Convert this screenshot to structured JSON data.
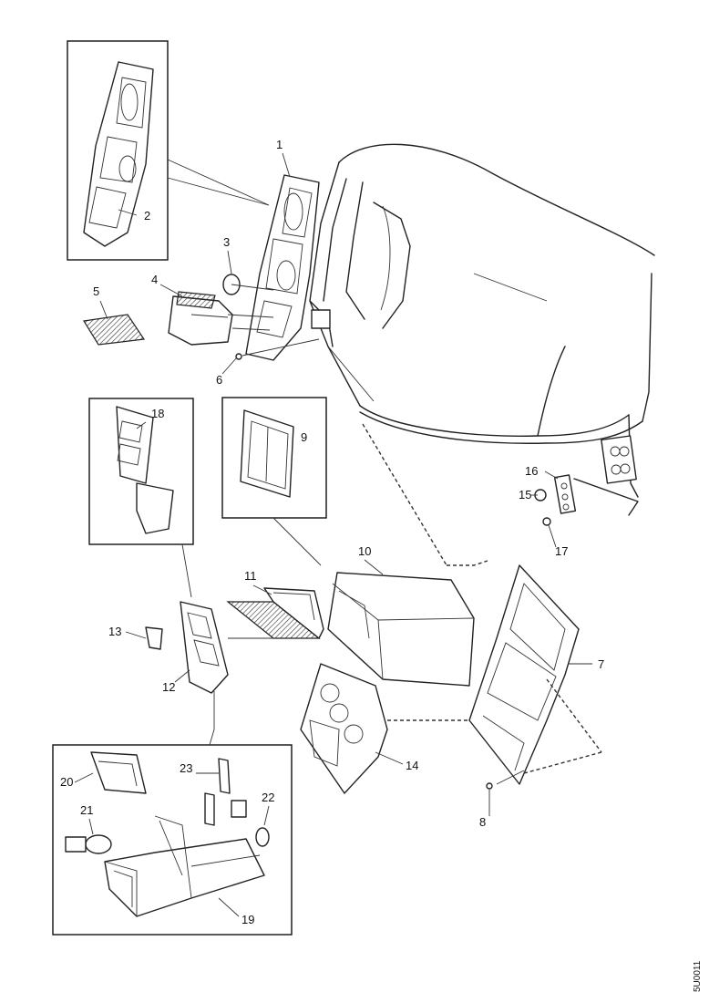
{
  "callouts": {
    "c1": "1",
    "c2": "2",
    "c3": "3",
    "c4": "4",
    "c5": "5",
    "c6": "6",
    "c7": "7",
    "c8": "8",
    "c9": "9",
    "c10": "10",
    "c11": "11",
    "c12": "12",
    "c13": "13",
    "c14": "14",
    "c15": "15",
    "c16": "16",
    "c17": "17",
    "c18": "18",
    "c19": "19",
    "c20": "20",
    "c21": "21",
    "c22": "22",
    "c23": "23"
  },
  "reference_code": "5U0011"
}
